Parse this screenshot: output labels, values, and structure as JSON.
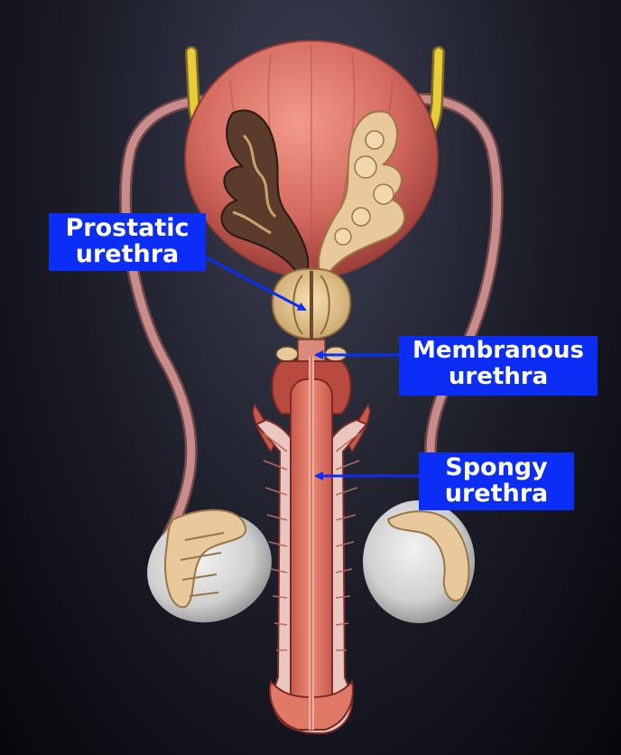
{
  "labels": {
    "prostatic": {
      "line1": "Prostatic",
      "line2": "urethra"
    },
    "membranous": {
      "line1": "Membranous",
      "line2": "urethra"
    },
    "spongy": {
      "line1": "Spongy",
      "line2": "urethra"
    }
  },
  "colors": {
    "label_background": "#0c2df5",
    "label_text": "#ffffff",
    "arrow": "#0c2df5",
    "bladder": "#d46a60",
    "erectile_tissue": "#de7a66",
    "gland": "#e8c99b",
    "testis": "#d8d8d8",
    "vas_deferens": "#c98c8c",
    "ureter": "#e8cc3c"
  }
}
